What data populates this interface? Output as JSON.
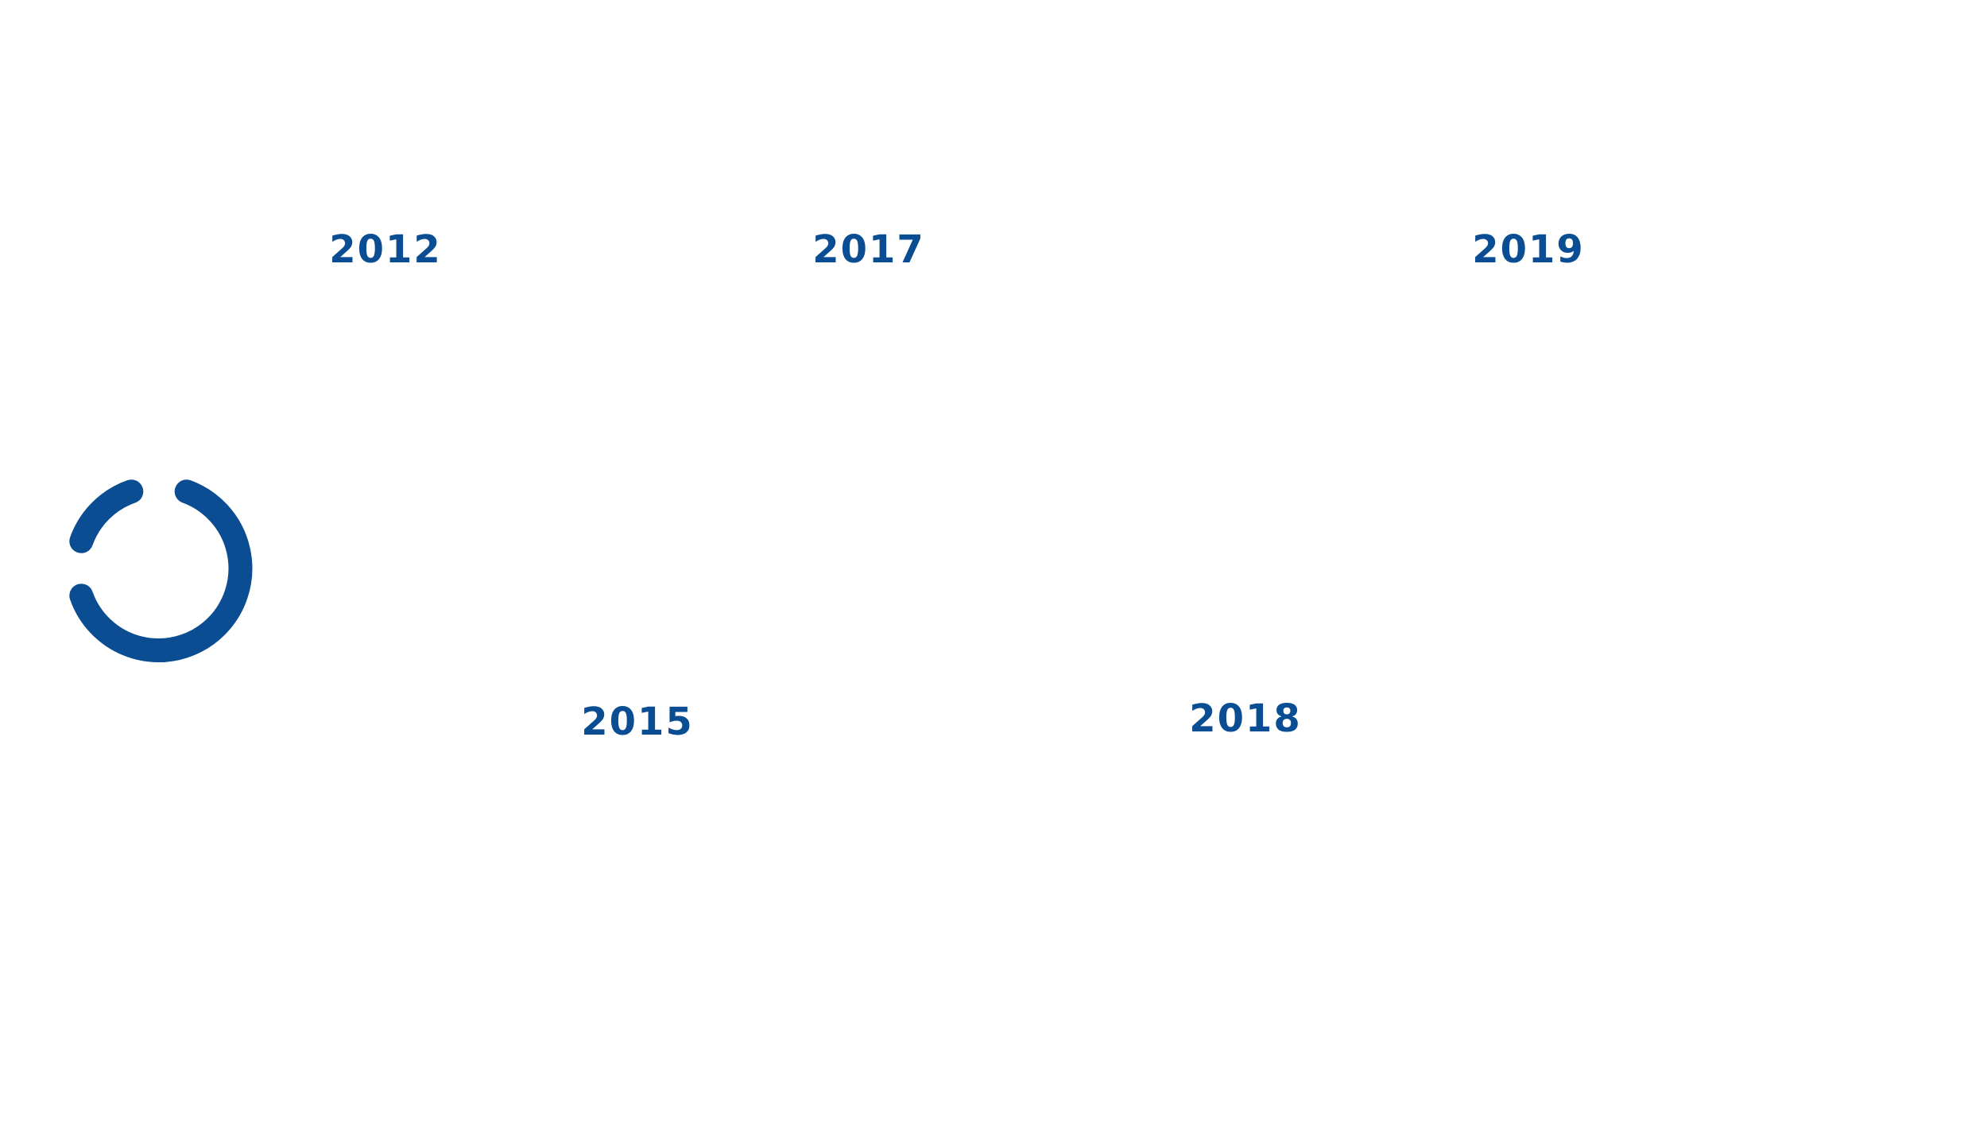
{
  "theme": {
    "accent": "#0a4d92",
    "background": "#ffffff"
  },
  "timeline": {
    "years": [
      {
        "label": "2012"
      },
      {
        "label": "2017"
      },
      {
        "label": "2019"
      },
      {
        "label": "2015"
      },
      {
        "label": "2018"
      }
    ]
  },
  "decoration": {
    "icon": "segmented-ring-icon"
  }
}
